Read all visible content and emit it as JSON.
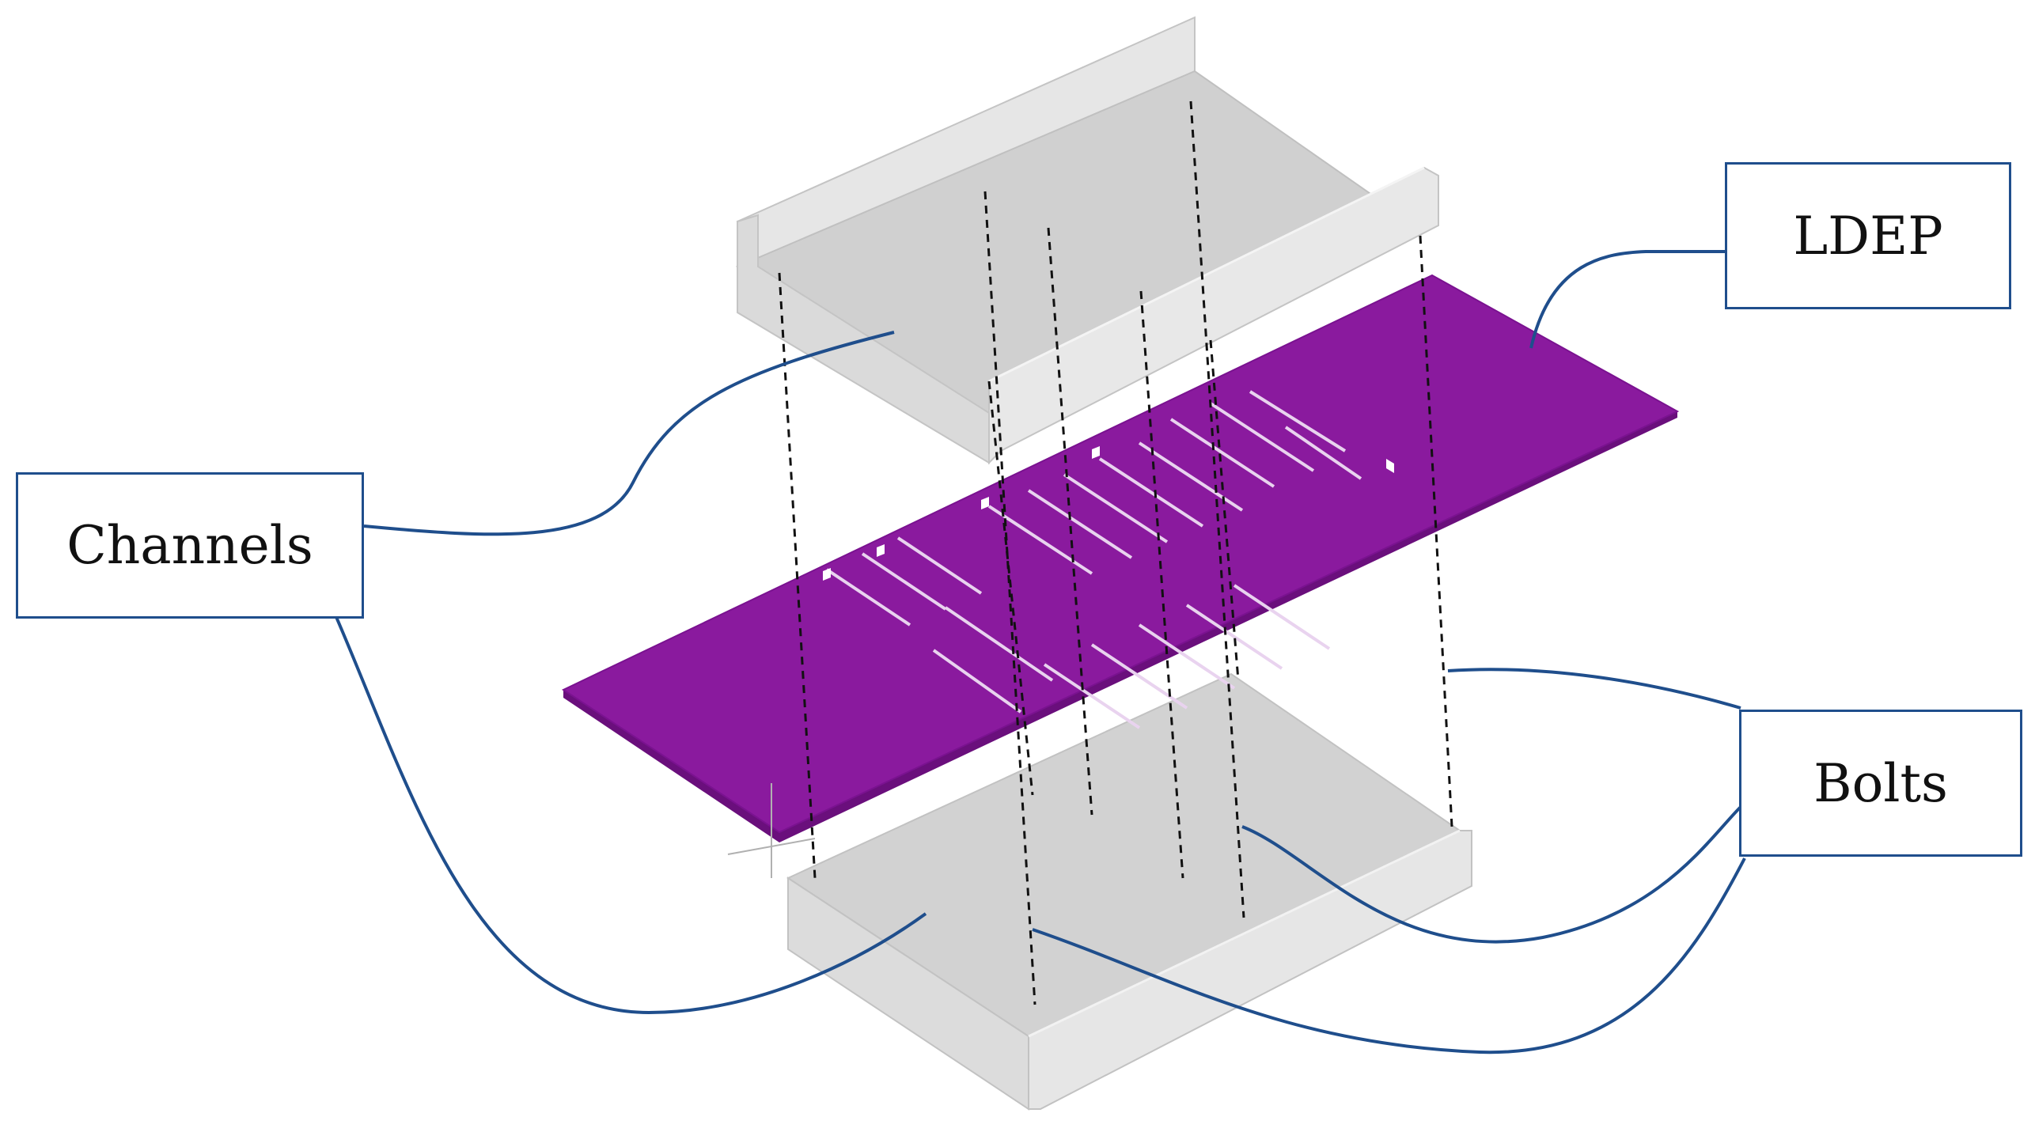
{
  "labels": {
    "ldep": "LDEP",
    "channels": "Channels",
    "bolts": "Bolts"
  },
  "colors": {
    "callout": "#1f4e8c",
    "plate": "#8a1a9e",
    "plate_side": "#6a0f7c",
    "channel_face": "#d0d0d0",
    "channel_light": "#e4e4e4",
    "channel_dark": "#bdbdbd",
    "bolt_line": "#111111"
  }
}
